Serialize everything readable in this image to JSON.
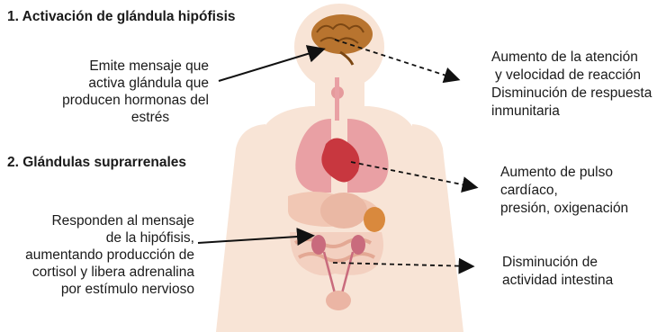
{
  "headings": {
    "pituitary": "1. Activación de glándula hipófisis",
    "adrenal": "2. Glándulas suprarrenales"
  },
  "left_notes": {
    "pituitary": [
      "Emite mensaje que",
      "activa glándula que",
      "producen hormonas del",
      "estrés"
    ],
    "adrenal": [
      "Responden al mensaje",
      "de la hipófisis,",
      "aumentando producción de",
      "cortisol y libera adrenalina",
      "por estímulo nervioso"
    ]
  },
  "right_notes": {
    "brain": [
      "Aumento de la atención",
      "y velocidad de reacción",
      "Disminución de respuesta",
      "inmunitaria"
    ],
    "heart": [
      "Aumento de pulso",
      "cardíaco,",
      "presión, oxigenación"
    ],
    "intestine": [
      "Disminución de",
      "actividad intestina"
    ]
  },
  "colors": {
    "body": "#f8e4d6",
    "brain": "#b8742f",
    "lungs": "#e9a0a4",
    "heart": "#c8373f",
    "liver": "#f1c7b4",
    "organs": "#eab8a4",
    "spleen": "#d9893d",
    "kidneys": "#c96b7d",
    "arrow": "#111111"
  }
}
